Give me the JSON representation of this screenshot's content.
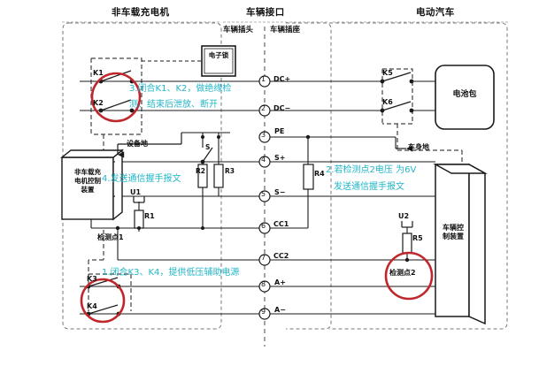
{
  "headers": {
    "offboard_charger": "非车载充电机",
    "vehicle_interface": "车辆接口",
    "vehicle_plug": "车辆插头",
    "vehicle_socket": "车辆插座",
    "electric_vehicle": "电动汽车"
  },
  "components": {
    "electronic_lock": "电子锁",
    "charger_control_device": "非车载充\n电机控制\n装置",
    "charger_control_device_l1": "非车载充",
    "charger_control_device_l2": "电机控制",
    "charger_control_device_l3": "装置",
    "battery_pack": "电池包",
    "vehicle_control_device_l1": "车辆控",
    "vehicle_control_device_l2": "制装置",
    "equipment_ground": "设备地",
    "body_ground": "车身地",
    "test_point_1": "检测点1",
    "test_point_2": "检测点2"
  },
  "switches": {
    "k1": "K1",
    "k2": "K2",
    "k3": "K3",
    "k4": "K4",
    "k5": "K5",
    "k6": "K6"
  },
  "resistors": {
    "r1": "R1",
    "r2": "R2",
    "r3": "R3",
    "r4": "R4",
    "r5": "R5",
    "u1": "U1",
    "u2": "U2",
    "s": "S"
  },
  "pins": [
    {
      "num": "1",
      "glyph": "①",
      "label": "DC+"
    },
    {
      "num": "2",
      "glyph": "②",
      "label": "DC−"
    },
    {
      "num": "3",
      "glyph": "③",
      "label": "PE"
    },
    {
      "num": "4",
      "glyph": "④",
      "label": "S+"
    },
    {
      "num": "5",
      "glyph": "⑤",
      "label": "S−"
    },
    {
      "num": "6",
      "glyph": "⑥",
      "label": "CC1"
    },
    {
      "num": "7",
      "glyph": "⑦",
      "label": "CC2"
    },
    {
      "num": "8",
      "glyph": "⑧",
      "label": "A+"
    },
    {
      "num": "9",
      "glyph": "⑨",
      "label": "A−"
    }
  ],
  "annotations": {
    "step1": "1.闭合K3、K4，提供低压辅助电源",
    "step2_line1": "2.若检测点2电压 为6V",
    "step2_line2": "发送通信握手报文",
    "step3_line1": "3.闭合K1、K2，做绝缘检",
    "step3_line2": "测、结束后泄放、断开",
    "step4": "4.发送通信握手报文"
  },
  "colors": {
    "annotation": "#22b6c8",
    "highlight_circle": "#c0272d",
    "line": "#1a1a1a",
    "dash": "#555555"
  }
}
